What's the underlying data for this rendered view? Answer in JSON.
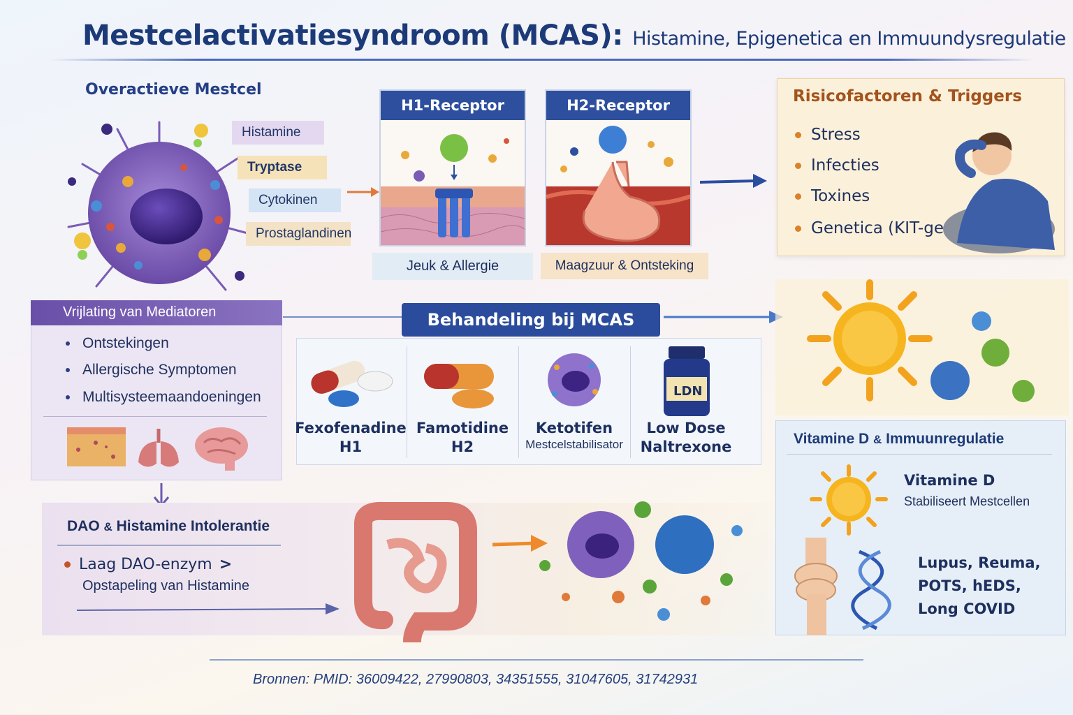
{
  "header": {
    "title_main": "Mestcelactivatiesyndroom (MCAS):",
    "title_sub": "Histamine, Epigenetica en Immuundysregulatie"
  },
  "mast_cell": {
    "title": "Overactieve Mestcel",
    "mediators": [
      "Histamine",
      "Tryptase",
      "Cytokinen",
      "Prostaglandinen"
    ]
  },
  "receptors": [
    {
      "title": "H1-Receptor",
      "caption": "Jeuk & Allergie"
    },
    {
      "title": "H2-Receptor",
      "caption": "Maagzuur & Ontsteking"
    }
  ],
  "risk": {
    "title": "Risicofactoren & Triggers",
    "items": [
      "Stress",
      "Infecties",
      "Toxines",
      "Genetica (KIT-gen)"
    ]
  },
  "mediator_release": {
    "title": "Vrijlating van Mediatoren",
    "items": [
      "Ontstekingen",
      "Allergische Symptomen",
      "Multisysteemaandoeningen"
    ]
  },
  "treatment": {
    "title": "Behandeling bij MCAS",
    "items": [
      {
        "name": "Fexofenadine",
        "sub": "H1",
        "sub_style": "name"
      },
      {
        "name": "Famotidine",
        "sub": "H2",
        "sub_style": "name"
      },
      {
        "name": "Ketotifen",
        "sub": "Mestcelstabilisator",
        "sub_style": "small"
      },
      {
        "name": "Low Dose",
        "sub": "Naltrexone",
        "sub_style": "name",
        "bottle_label": "LDN"
      }
    ]
  },
  "dao": {
    "title_a": "DAO",
    "title_amp": "&",
    "title_b": "Histamine Intolerantie",
    "line1": "Laag DAO-enzym",
    "line1_symbol": ">",
    "line2": "Opstapeling van Histamine"
  },
  "vitamin": {
    "title_a": "Vitamine D",
    "title_amp": "&",
    "title_b": "Immuunregulatie",
    "line1": "Vitamine D",
    "line2": "Stabiliseert Mestcellen",
    "conditions": [
      "Lupus, Reuma,",
      "POTS, hEDS,",
      "Long COVID"
    ]
  },
  "footer": {
    "sources": "Bronnen: PMID: 36009422, 27990803, 34351555, 31047605, 31742931"
  },
  "colors": {
    "navy": "#1c3a78",
    "treatment_header": "#2b4c9c",
    "risk_title": "#a3531c",
    "mediator_header": "#6a4fa8"
  }
}
